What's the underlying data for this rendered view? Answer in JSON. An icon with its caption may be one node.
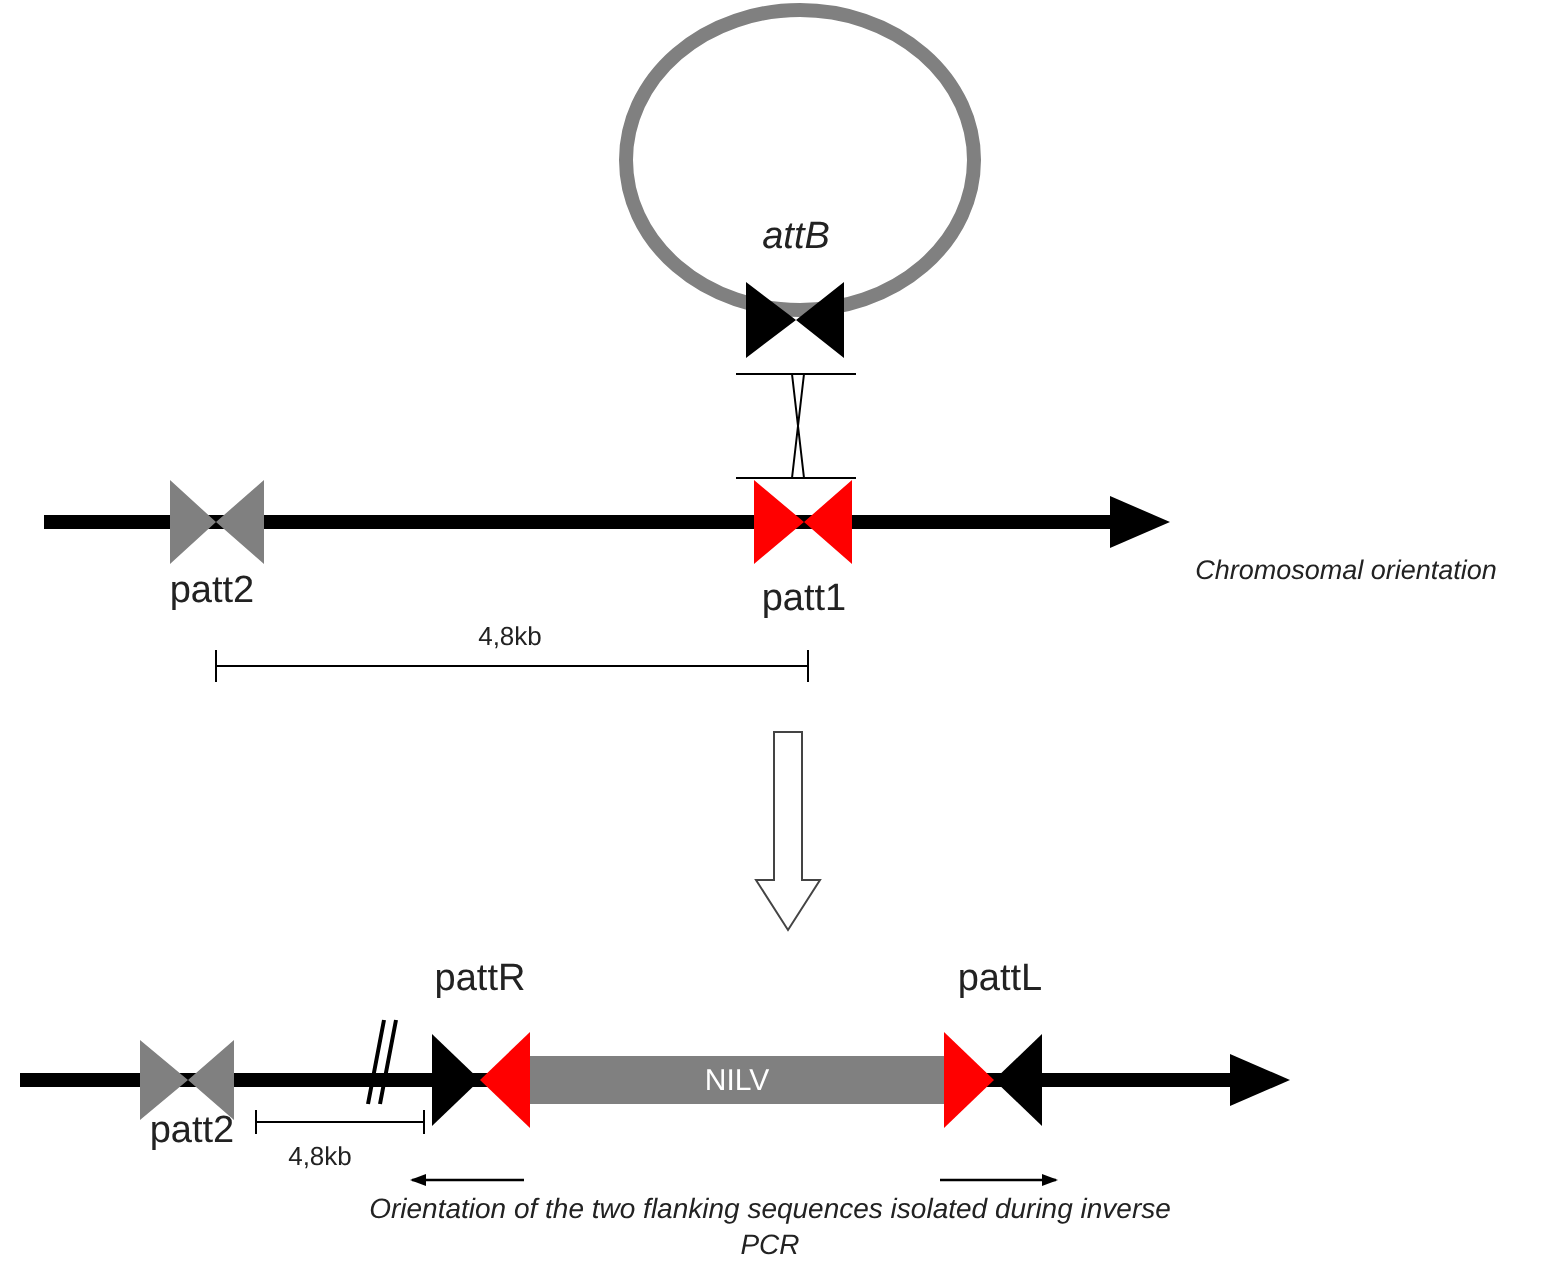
{
  "diagram": {
    "nodes": [
      {
        "text": [
          "NILV"
        ]
      }
    ],
    "labels": [
      "attB",
      "patt2",
      "patt1",
      "Chromosomal orientation",
      "4,8kb",
      "pattR",
      "pattL",
      "patt2",
      "4,8kb",
      "Orientation of the two flanking sequences isolated during inverse PCR"
    ]
  }
}
